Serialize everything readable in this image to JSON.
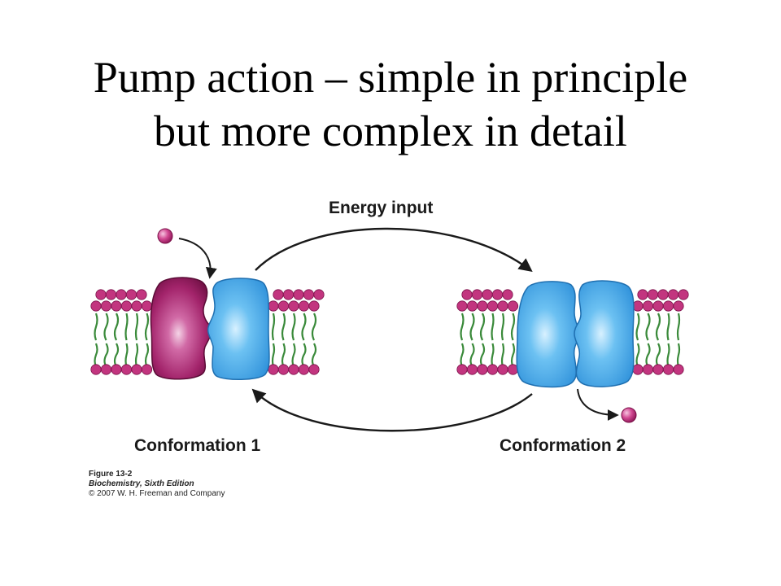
{
  "slide": {
    "title_line1": "Pump action – simple in principle",
    "title_line2": "but more complex in detail"
  },
  "diagram": {
    "energy_label": "Energy input",
    "conformation1_label": "Conformation 1",
    "conformation2_label": "Conformation 2"
  },
  "caption": {
    "figure": "Figure 13-2",
    "book": "Biochemistry, Sixth Edition",
    "copyright": "© 2007 W. H. Freeman and Company"
  },
  "colors": {
    "lipid_head": "#c2357f",
    "lipid_tail": "#3a8a3a",
    "protein_magenta": "#9b1f62",
    "protein_blue": "#3aa0e6",
    "arrow": "#1a1a1a",
    "ligand": "#c2357f"
  }
}
